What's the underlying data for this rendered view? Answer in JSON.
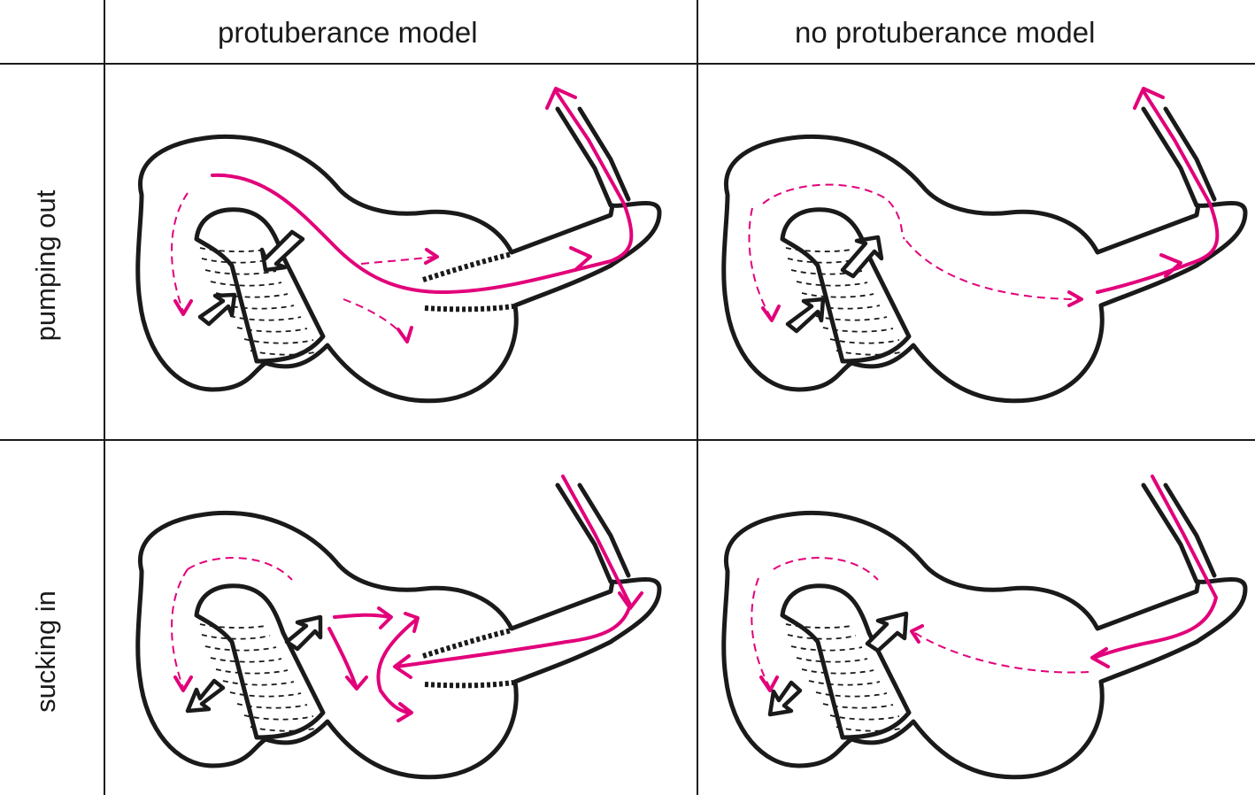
{
  "columns": [
    "protuberance model",
    "no protuberance model"
  ],
  "rows": [
    "pumping out",
    "sucking in"
  ],
  "colors": {
    "flow": "#e2007a",
    "ink": "#1a1a1a",
    "background": "#ffffff"
  },
  "panels": [
    {
      "id": "protuberance-pumping-out",
      "column": "protuberance model",
      "row": "pumping out",
      "protuberance": true,
      "direction": "out"
    },
    {
      "id": "no-protuberance-pumping-out",
      "column": "no protuberance model",
      "row": "pumping out",
      "protuberance": false,
      "direction": "out"
    },
    {
      "id": "protuberance-sucking-in",
      "column": "protuberance model",
      "row": "sucking in",
      "protuberance": true,
      "direction": "in"
    },
    {
      "id": "no-protuberance-sucking-in",
      "column": "no protuberance model",
      "row": "sucking in",
      "protuberance": false,
      "direction": "in"
    }
  ]
}
